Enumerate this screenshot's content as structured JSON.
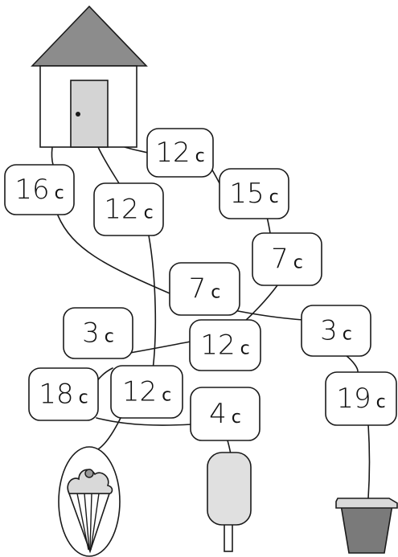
{
  "colors": {
    "roof": "#8c8c8c",
    "door": "#d4d4d4",
    "icecream_scoop": "#d9d9d9",
    "popsicle": "#e0e0e0",
    "cup": "#7a7a7a",
    "line": "#1a1a1a"
  },
  "pictures": {
    "start": "house",
    "endings": [
      "ice-cream-cone",
      "popsicle",
      "drink-cup"
    ]
  },
  "unit": "c",
  "nodes": [
    {
      "id": "n1",
      "value": "12"
    },
    {
      "id": "n2",
      "value": "16"
    },
    {
      "id": "n3",
      "value": "12"
    },
    {
      "id": "n4",
      "value": "15"
    },
    {
      "id": "n5",
      "value": "7"
    },
    {
      "id": "n6",
      "value": "7"
    },
    {
      "id": "n7",
      "value": "3"
    },
    {
      "id": "n8",
      "value": "3"
    },
    {
      "id": "n9",
      "value": "12"
    },
    {
      "id": "n10",
      "value": "18"
    },
    {
      "id": "n11",
      "value": "12"
    },
    {
      "id": "n12",
      "value": "4"
    },
    {
      "id": "n13",
      "value": "19"
    }
  ]
}
